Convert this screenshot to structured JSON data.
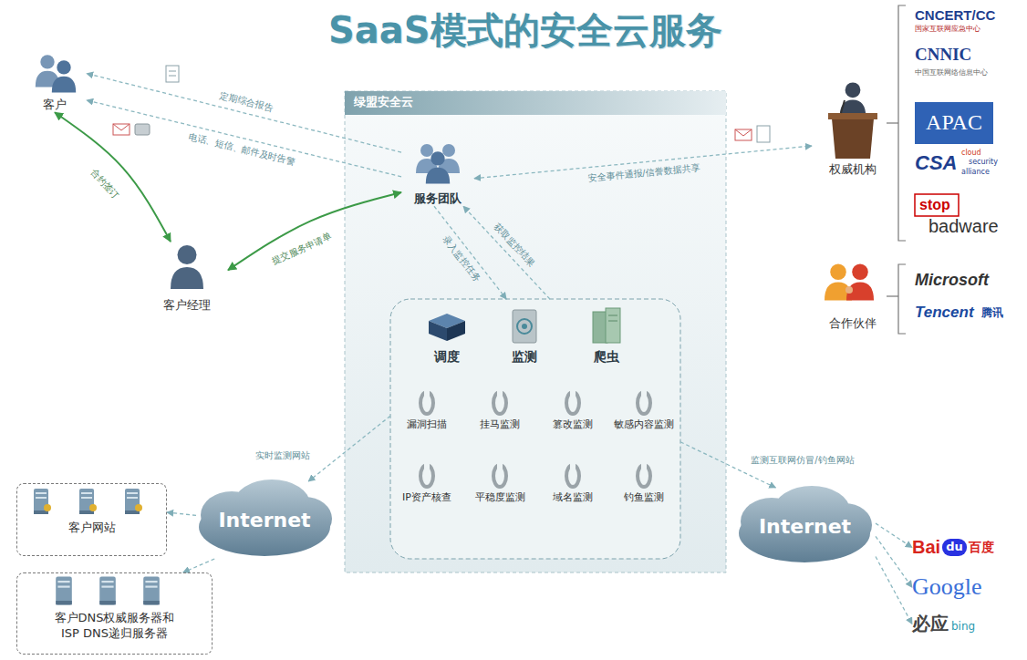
{
  "diagram": {
    "title": "SaaS模式的安全云服务",
    "nodes": [
      {
        "text": [
          "客户"
        ]
      },
      {
        "text": [
          "绿盟安全云"
        ]
      },
      {
        "text": [
          "服务团队"
        ],
        "in": 1
      },
      {
        "text": [
          "权威机构"
        ]
      },
      {
        "text": [
          "客户经理"
        ]
      },
      {
        "text": [
          "合作伙伴"
        ]
      },
      {
        "text": [
          "调度",
          "监测",
          "爬虫"
        ],
        "in": 1
      },
      {
        "text": [
          "漏洞扫描"
        ],
        "in": 6
      },
      {
        "text": [
          "挂马监测"
        ],
        "in": 6
      },
      {
        "text": [
          "篡改监测"
        ],
        "in": 6
      },
      {
        "text": [
          "敏感内容监测"
        ],
        "in": 6
      },
      {
        "text": [
          "IP资产核查"
        ],
        "in": 6
      },
      {
        "text": [
          "平稳度监测"
        ],
        "in": 6
      },
      {
        "text": [
          "域名监测"
        ],
        "in": 6
      },
      {
        "text": [
          "钓鱼监测"
        ],
        "in": 6
      },
      {
        "text": [
          "Internet"
        ]
      },
      {
        "text": [
          "Internet"
        ]
      },
      {
        "text": [
          "客户网站"
        ]
      },
      {
        "text": [
          "客户DNS权威服务器和 ISP DNS递归服务器"
        ]
      },
      {
        "text": [
          "Bai",
          "du",
          "百度"
        ]
      },
      {
        "text": [
          "Google"
        ]
      },
      {
        "text": [
          "必应",
          "bing"
        ]
      }
    ],
    "edges": [
      {
        "from": 2,
        "to": 0,
        "arrow": "to",
        "label": "定期综合报告"
      },
      {
        "from": 2,
        "to": 0,
        "arrow": "to",
        "label": "电话、短信、邮件及时告警"
      },
      {
        "from": 0,
        "to": 4,
        "arrow": "both",
        "label": "合约签订"
      },
      {
        "from": 4,
        "to": 2,
        "arrow": "both",
        "label": "提交服务申请单"
      },
      {
        "from": 2,
        "to": 3,
        "arrow": "both",
        "label": "安全事件通报/信誉数据共享"
      },
      {
        "from": 6,
        "to": 2,
        "arrow": "to",
        "label": "获取监控结果"
      },
      {
        "from": 2,
        "to": 6,
        "arrow": "to",
        "label": "录入监控任务"
      },
      {
        "from": 6,
        "to": 15,
        "arrow": "to",
        "label": "实时监测网站"
      },
      {
        "from": 15,
        "to": 17,
        "arrow": "to"
      },
      {
        "from": 15,
        "to": 18,
        "arrow": "to"
      },
      {
        "from": 6,
        "to": 16,
        "arrow": "to",
        "label": "监测互联网仿冒/钓鱼网站"
      },
      {
        "from": 16,
        "to": 19,
        "arrow": "to"
      },
      {
        "from": 16,
        "to": 20,
        "arrow": "to"
      },
      {
        "from": 16,
        "to": 21,
        "arrow": "to"
      }
    ],
    "labels": [
      "CNCERT/CC",
      "国家互联网应急中心",
      "CNNIC",
      "中国互联网络信息中心",
      "APAC",
      "CSA",
      "cloud",
      "security",
      "alliance",
      "stop",
      "badware",
      "Microsoft",
      "Tencent",
      "腾讯"
    ]
  }
}
